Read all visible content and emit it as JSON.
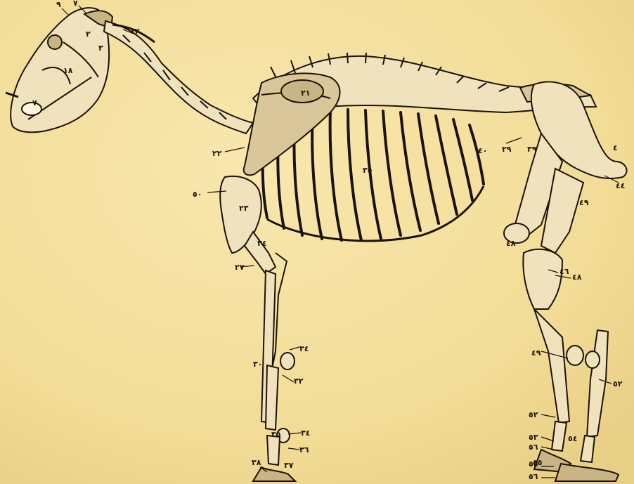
{
  "figure": {
    "labels": [
      {
        "id": "skull-a",
        "text": "٩"
      },
      {
        "id": "skull-b",
        "text": "٧"
      },
      {
        "id": "skull-c",
        "text": "٢"
      },
      {
        "id": "jaw",
        "text": "١٨"
      },
      {
        "id": "nose",
        "text": "٧"
      },
      {
        "id": "mandible",
        "text": "٣"
      },
      {
        "id": "atlas",
        "text": "١٢"
      },
      {
        "id": "scapula-cartilage",
        "text": "٢٢"
      },
      {
        "id": "scapula",
        "text": "٢١"
      },
      {
        "id": "ribs",
        "text": "٣٥"
      },
      {
        "id": "rib-cartilage",
        "text": "٤٠"
      },
      {
        "id": "lumbar",
        "text": "٢٩"
      },
      {
        "id": "point-of-hip",
        "text": "٣٩"
      },
      {
        "id": "hip-joint",
        "text": "٤٤"
      },
      {
        "id": "shoulder-joint",
        "text": "٥٠"
      },
      {
        "id": "humerus",
        "text": "٢٣"
      },
      {
        "id": "elbow",
        "text": "٢٤"
      },
      {
        "id": "forearm",
        "text": "٢٧"
      },
      {
        "id": "knee-front-a",
        "text": "٣٤"
      },
      {
        "id": "cannon-front",
        "text": "٣٠"
      },
      {
        "id": "splint-front",
        "text": "٣٢"
      },
      {
        "id": "fetlock-front-a",
        "text": "٣٥"
      },
      {
        "id": "fetlock-front-b",
        "text": "٣٤"
      },
      {
        "id": "pastern-front",
        "text": "٣٦"
      },
      {
        "id": "hoof-front-a",
        "text": "٣٨"
      },
      {
        "id": "hoof-front-b",
        "text": "٣٧"
      },
      {
        "id": "tail-root",
        "text": "٤"
      },
      {
        "id": "femur",
        "text": "٤٩"
      },
      {
        "id": "stifle",
        "text": "٤٨"
      },
      {
        "id": "hock-a",
        "text": "٤٦"
      },
      {
        "id": "hock-b",
        "text": "٤٨"
      },
      {
        "id": "cannon-hind-a",
        "text": "٤٩"
      },
      {
        "id": "cannon-hind-b",
        "text": "٥٢"
      },
      {
        "id": "fetlock-hind-a",
        "text": "٥٢"
      },
      {
        "id": "fetlock-hind-b",
        "text": "٥٤"
      },
      {
        "id": "pastern-hind-a",
        "text": "٥٣"
      },
      {
        "id": "pastern-hind-b",
        "text": "٥٥"
      },
      {
        "id": "hoof-hind-a",
        "text": "٥٦"
      },
      {
        "id": "hoof-hind-b",
        "text": "٥٥"
      },
      {
        "id": "hoof-hind-c",
        "text": "٥٦"
      }
    ]
  },
  "colors": {
    "paper": "#f4df9c",
    "paper_shadow": "#e9d08a",
    "ink": "#1b1309",
    "bone_fill": "#efe2bd",
    "bone_shade": "#c9b483",
    "scapula_fill": "#d9c79a"
  }
}
